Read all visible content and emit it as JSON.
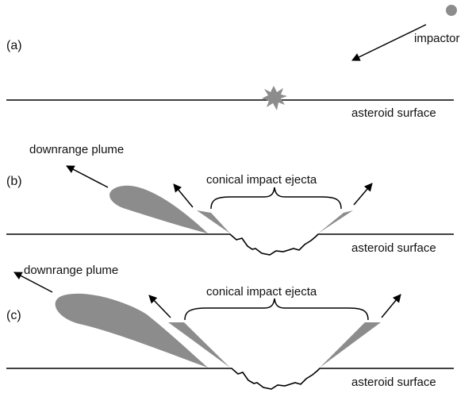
{
  "panels": [
    {
      "label": "(a)",
      "impactor_label": "impactor",
      "surface_label": "asteroid surface"
    },
    {
      "label": "(b)",
      "plume_label": "downrange plume",
      "ejecta_label": "conical impact ejecta",
      "surface_label": "asteroid surface"
    },
    {
      "label": "(c)",
      "plume_label": "downrange plume",
      "ejecta_label": "conical impact ejecta",
      "surface_label": "asteroid surface"
    }
  ],
  "colors": {
    "line": "#000000",
    "fill": "#8c8c8c"
  }
}
